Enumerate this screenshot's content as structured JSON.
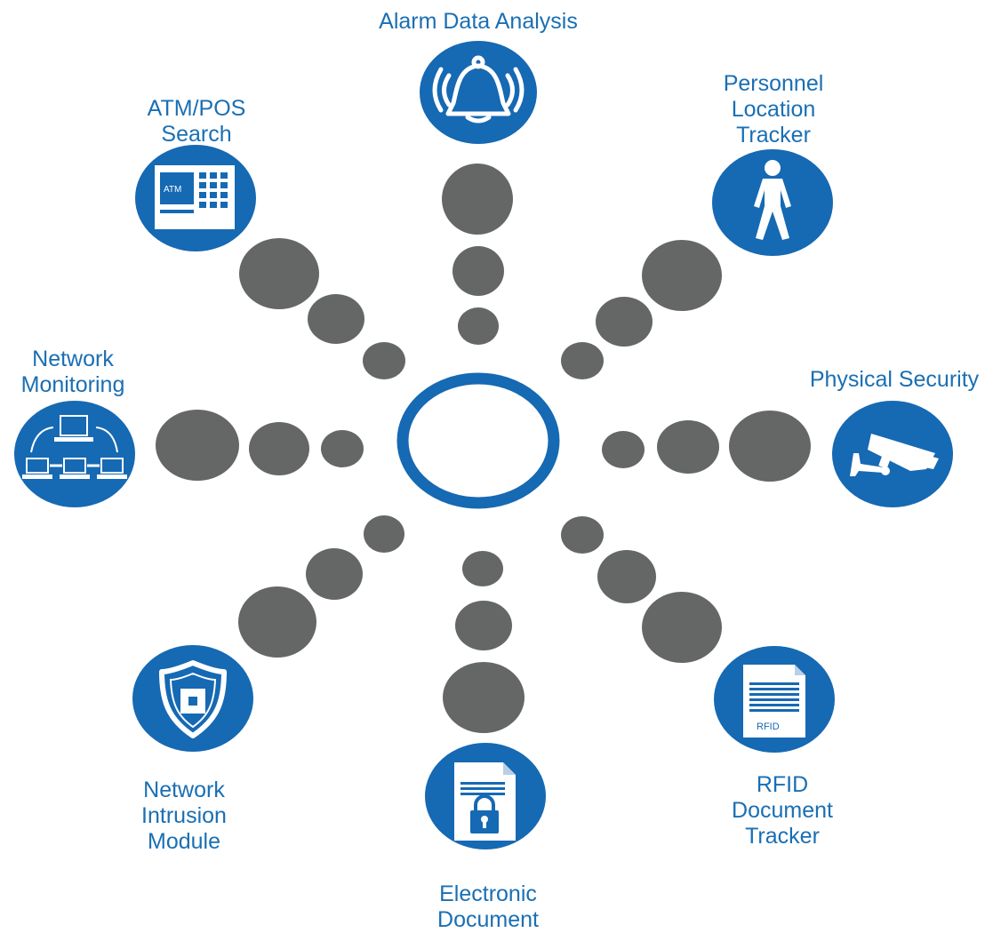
{
  "colors": {
    "brand_blue": "#1669b3",
    "label_blue": "#1a6fb3",
    "bubble_gray": "#656767",
    "icon_white": "#ffffff"
  },
  "nodes": [
    {
      "id": "alarm-data-analysis",
      "icon": "alarm-bell-icon",
      "label_lines": [
        "Alarm Data Analysis"
      ]
    },
    {
      "id": "personnel-location-tracker",
      "icon": "person-icon",
      "label_lines": [
        "Personnel",
        "Location",
        "Tracker"
      ]
    },
    {
      "id": "physical-security",
      "icon": "security-camera-icon",
      "label_lines": [
        "Physical Security"
      ]
    },
    {
      "id": "rfid-document-tracker",
      "icon": "rfid-document-icon",
      "icon_text": "RFID",
      "label_lines": [
        "RFID",
        "Document",
        "Tracker"
      ]
    },
    {
      "id": "electronic-document",
      "icon": "locked-document-icon",
      "label_lines": [
        "Electronic",
        "Document"
      ]
    },
    {
      "id": "network-intrusion-module",
      "icon": "shield-icon",
      "label_lines": [
        "Network",
        "Intrusion",
        "Module"
      ]
    },
    {
      "id": "network-monitoring",
      "icon": "network-computers-icon",
      "label_lines": [
        "Network",
        "Monitoring"
      ]
    },
    {
      "id": "atm-pos-search",
      "icon": "atm-icon",
      "icon_text": "ATM",
      "label_lines": [
        "ATM/POS",
        "Search"
      ]
    }
  ]
}
